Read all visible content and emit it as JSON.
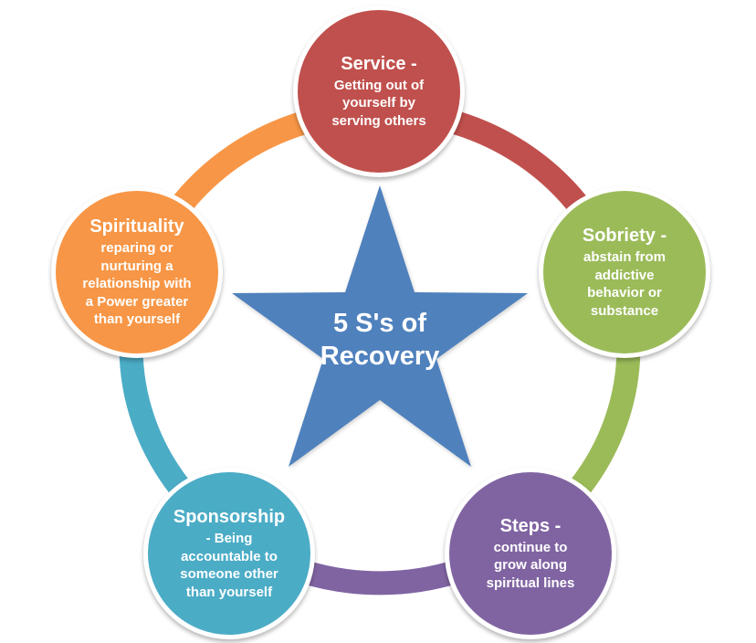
{
  "diagram": {
    "title": "5 S's of Recovery",
    "center": {
      "label": "5 S's of\nRecovery",
      "shape": "star-icon",
      "color": "#4F81BD",
      "text_color": "#FFFFFF"
    },
    "nodes": [
      {
        "id": "service",
        "title": "Service -",
        "description": "Getting out of\nyourself by\nserving others",
        "color": "#C0504D",
        "position": "top"
      },
      {
        "id": "sobriety",
        "title": "Sobriety -",
        "description": "abstain from\naddictive\nbehavior or\nsubstance",
        "color": "#9BBB59",
        "position": "right"
      },
      {
        "id": "steps",
        "title": "Steps -",
        "description": "continue to\ngrow along\nspiritual lines",
        "color": "#8064A2",
        "position": "bottom-right"
      },
      {
        "id": "sponsorship",
        "title": "Sponsorship",
        "description": "- Being\naccountable to\nsomeone other\nthan yourself",
        "color": "#4BACC6",
        "position": "bottom-left"
      },
      {
        "id": "spirituality",
        "title": "Spirituality",
        "description": "reparing or\nnurturing a\nrelationship with\na Power greater\nthan yourself",
        "color": "#F79646",
        "position": "left"
      }
    ],
    "connectors": [
      {
        "from": "service",
        "to": "sobriety",
        "color": "#C0504D"
      },
      {
        "from": "sobriety",
        "to": "steps",
        "color": "#9BBB59"
      },
      {
        "from": "steps",
        "to": "sponsorship",
        "color": "#8064A2"
      },
      {
        "from": "sponsorship",
        "to": "spirituality",
        "color": "#4BACC6"
      },
      {
        "from": "spirituality",
        "to": "service",
        "color": "#F79646"
      }
    ]
  }
}
